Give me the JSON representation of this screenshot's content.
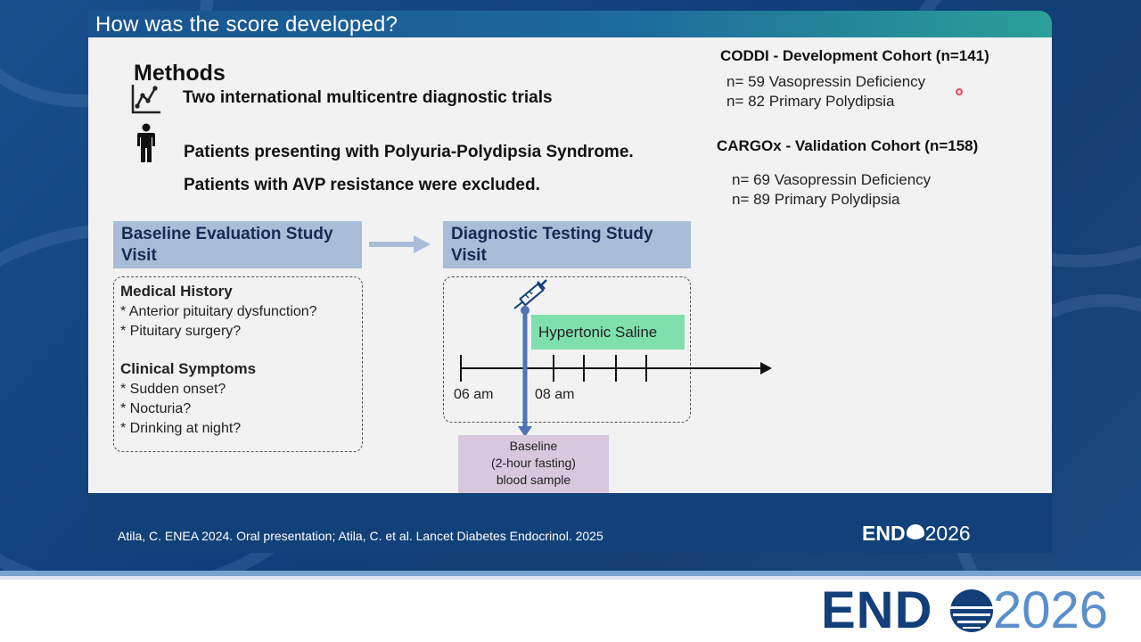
{
  "slide": {
    "title": "How was the score developed?",
    "methods": {
      "heading": "Methods",
      "trials": "Two international multicentre diagnostic trials",
      "patients_line1": "Patients presenting with Polyuria-Polydipsia Syndrome.",
      "patients_line2": "Patients with AVP resistance were excluded."
    },
    "baseline": {
      "header": "Baseline Evaluation Study Visit",
      "medical_history_title": "Medical History",
      "medical_history_items": [
        "* Anterior pituitary dysfunction?",
        "* Pituitary surgery?"
      ],
      "symptoms_title": "Clinical Symptoms",
      "symptoms_items": [
        "* Sudden onset?",
        "* Nocturia?",
        "* Drinking at night?"
      ]
    },
    "diagnostic": {
      "header": "Diagnostic Testing Study Visit",
      "infusion_label": "Hypertonic Saline",
      "time_start": "06 am",
      "time_infusion": "08 am",
      "sample_line1": "Baseline",
      "sample_line2": "(2-hour fasting)",
      "sample_line3": "blood sample"
    },
    "cohorts": {
      "development_title": "CODDI - Development Cohort (n=141)",
      "development_items": [
        "n= 59 Vasopressin Deficiency",
        "n= 82 Primary Polydipsia"
      ],
      "validation_title": "CARGOx - Validation Cohort (n=158)",
      "validation_items": [
        "n= 69 Vasopressin Deficiency",
        "n= 89 Primary Polydipsia"
      ]
    },
    "footer": {
      "citation": "Atila, C. ENEA 2024. Oral presentation; Atila, C. et al. Lancet Diabetes Endocrinol. 2025",
      "logo_end": "END",
      "logo_year": "2026"
    }
  },
  "bottom_logo": {
    "end": "END",
    "year": "2026"
  },
  "icons": [
    "line-chart-icon",
    "person-icon",
    "syringe-icon",
    "arrow-right-icon",
    "globe-o-icon"
  ],
  "colors": {
    "title_bar_start": "#19528f",
    "title_bar_end": "#2a9f98",
    "box_header": "#a9bcd8",
    "saline": "#7fe0ae",
    "sample": "#d7c8de",
    "footer": "#124179",
    "brand_blue": "#123f7a"
  }
}
